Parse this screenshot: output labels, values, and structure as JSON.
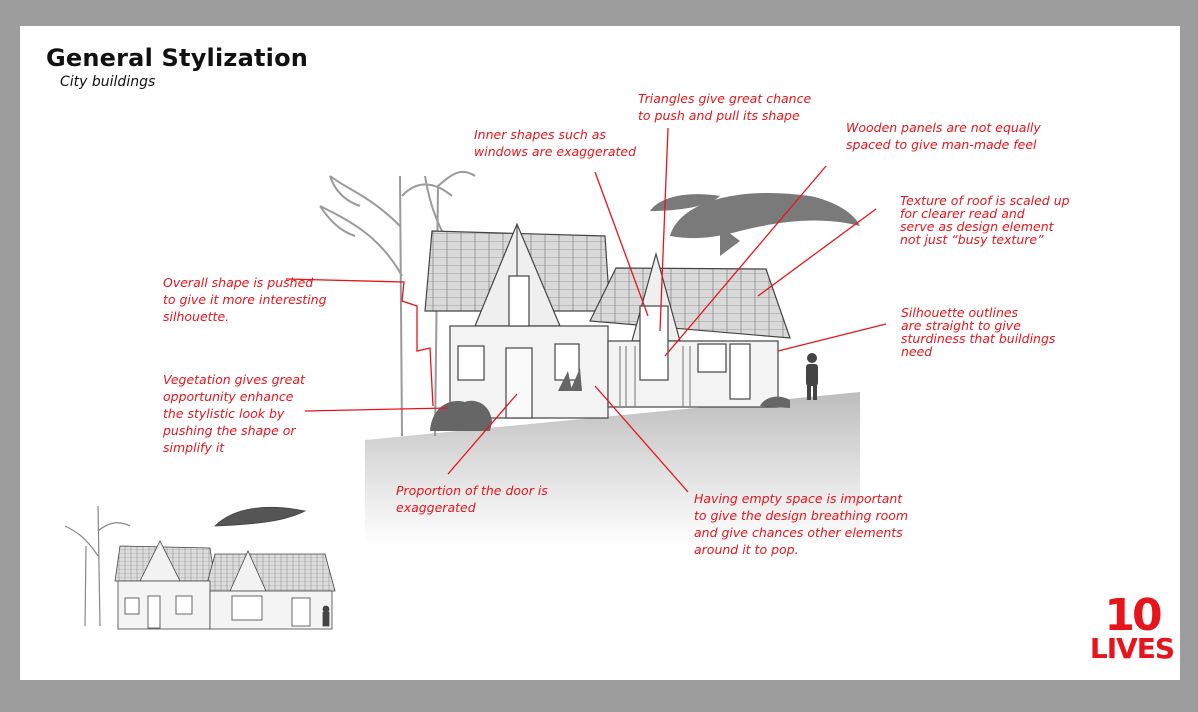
{
  "header": {
    "title": "General Stylization",
    "subtitle": "City buildings"
  },
  "notes": {
    "triangles": "Triangles give great chance\nto push and pull its shape",
    "inner_shapes": "Inner shapes such as\nwindows are exaggerated",
    "wooden_panels": "Wooden panels are not equally\nspaced to give man-made feel",
    "roof_texture": "Texture of roof is scaled up\nfor clearer read and\nserve as design element\nnot just “busy texture”",
    "overall_shape": "Overall shape is pushed\nto give it more interesting\nsilhouette.",
    "silhouette": "Silhouette outlines\nare straight to give\nsturdiness that buildings\nneed",
    "vegetation": "Vegetation gives great\nopportunity enhance\nthe stylistic look by\npushing the shape or\nsimplify it",
    "door": "Proportion of the door is\nexaggerated",
    "empty_space": "Having empty space is important\nto give the design breathing room\nand give chances other elements\naround it to pop."
  },
  "logo": {
    "number": "10",
    "word": "LIVES"
  },
  "colors": {
    "annotation": "#e8141c",
    "frame": "#9d9d9d",
    "sketch": "#555555"
  }
}
